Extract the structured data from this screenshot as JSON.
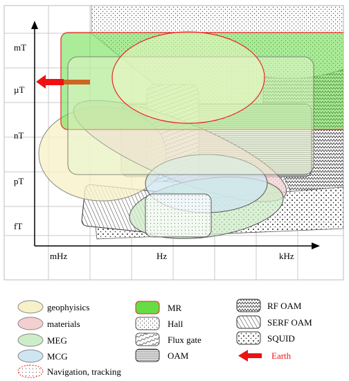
{
  "diagram": {
    "y_labels": [
      "mT",
      "µT",
      "nT",
      "pT",
      "fT"
    ],
    "x_labels": [
      "mHz",
      "Hz",
      "kHz"
    ]
  },
  "legend": {
    "col1": [
      {
        "label": "geophyisics",
        "fill": "#f7f1c8"
      },
      {
        "label": "materials",
        "fill": "#f4cfcf"
      },
      {
        "label": "MEG",
        "fill": "#cdecc8"
      },
      {
        "label": "MCG",
        "fill": "#cfe6f2"
      },
      {
        "label": "Navigation, tracking",
        "fill": "dots"
      }
    ],
    "col2": [
      {
        "label": "MR",
        "fill": "#66dd44",
        "stroke": "#ee2222"
      },
      {
        "label": "Hall",
        "fill": "hall"
      },
      {
        "label": "Flux gate",
        "fill": "flux"
      },
      {
        "label": "OAM",
        "fill": "hlines"
      }
    ],
    "col3": [
      {
        "label": "RF OAM",
        "fill": "zigzag"
      },
      {
        "label": "SERF OAM",
        "fill": "diag"
      },
      {
        "label": "SQUID",
        "fill": "squid"
      },
      {
        "label": "Earth",
        "fill": "arrow",
        "color": "#ee1111"
      }
    ]
  },
  "colors": {
    "mr_fill": "#66dd44",
    "mr_stroke": "#ee2222",
    "earth_arrow": "#ee1111",
    "earth_arrow_tail": "#cc6622"
  }
}
